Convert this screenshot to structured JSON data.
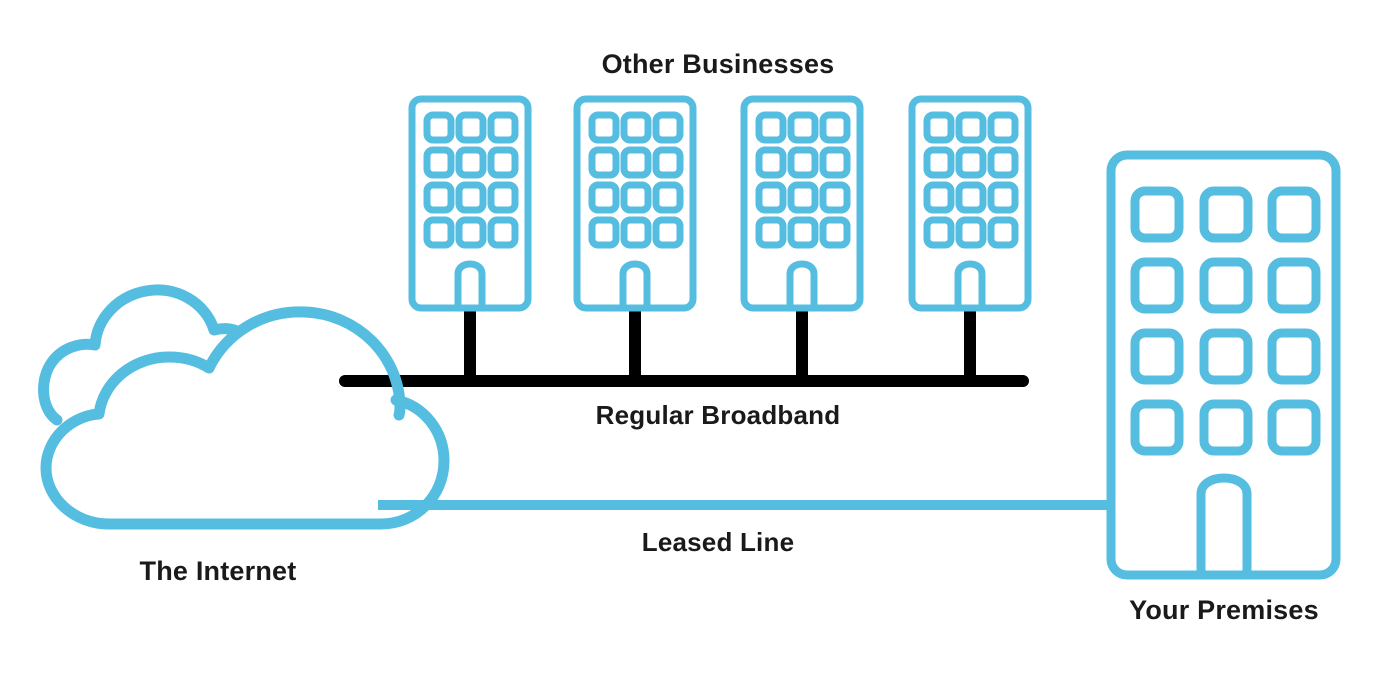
{
  "diagram": {
    "title": "Leased Line vs Regular Broadband network diagram",
    "colors": {
      "accent_blue": "#54BDE0",
      "broadband_black": "#000000",
      "label_text": "#1a1a1a",
      "background": "#ffffff"
    },
    "labels": {
      "other_businesses": "Other Businesses",
      "regular_broadband": "Regular Broadband",
      "leased_line": "Leased Line",
      "the_internet": "The Internet",
      "your_premises": "Your Premises"
    },
    "nodes": {
      "internet_cloud": {
        "name": "The Internet",
        "icon": "cloud-icon",
        "shape": "double-lobe cloud outline",
        "stroke_color": "#54BDE0",
        "stroke_width": 11
      },
      "other_businesses": {
        "name": "Other Businesses",
        "icon": "office-building-icon",
        "count": 4,
        "window_rows": 4,
        "window_columns": 3,
        "has_door": true,
        "stroke_color": "#54BDE0",
        "stroke_width": 7
      },
      "your_premises": {
        "name": "Your Premises",
        "icon": "office-building-icon",
        "count": 1,
        "window_rows": 4,
        "window_columns": 3,
        "has_door": true,
        "stroke_color": "#54BDE0",
        "stroke_width": 9
      }
    },
    "connections": [
      {
        "id": "regular-broadband",
        "label": "Regular Broadband",
        "from": "The Internet",
        "to": "Other Businesses",
        "style": "shared bus with 4 drops",
        "color": "#000000",
        "thickness": 12
      },
      {
        "id": "leased-line",
        "label": "Leased Line",
        "from": "The Internet",
        "to": "Your Premises",
        "style": "dedicated direct link",
        "color": "#54BDE0",
        "thickness": 10
      }
    ],
    "building_x_positions": [
      409,
      574,
      741,
      909
    ],
    "drop_line_x_positions": [
      470,
      635,
      802,
      970
    ]
  }
}
